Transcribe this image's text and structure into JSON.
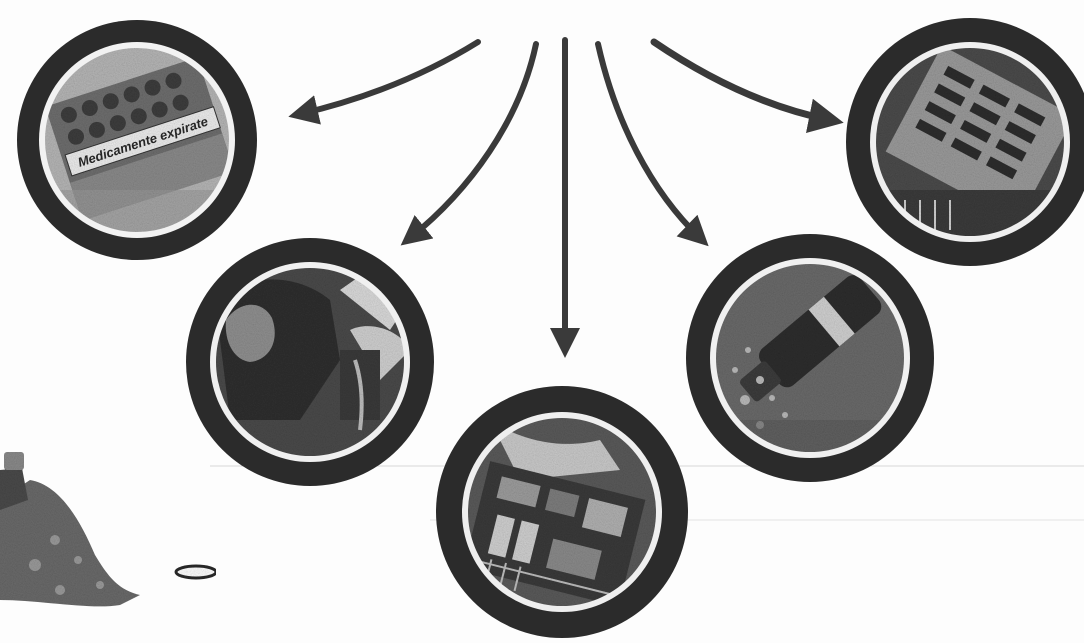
{
  "diagram": {
    "center_source": "top-center",
    "photos": [
      {
        "id": "blister-pack",
        "label": "Medicamente expirate",
        "subject": "blister pack of pills"
      },
      {
        "id": "hand-pouring",
        "label": "",
        "subject": "hand pouring liquid"
      },
      {
        "id": "circuit-board-center",
        "label": "",
        "subject": "circuit board close-up"
      },
      {
        "id": "bottle-spill",
        "label": "",
        "subject": "bottle spilling onto ground"
      },
      {
        "id": "circuit-board-right",
        "label": "",
        "subject": "electronic circuit board"
      }
    ],
    "partial_image": "overturned bottle spilling liquid with bottle cap",
    "colors": {
      "arrow": "#3a3a3a",
      "ring": "#2b2b2b",
      "ring_inner": "#e8e8e8",
      "photo_dark": "#3d3d3d",
      "photo_mid": "#7a7a7a",
      "photo_light": "#b5b5b5"
    }
  }
}
